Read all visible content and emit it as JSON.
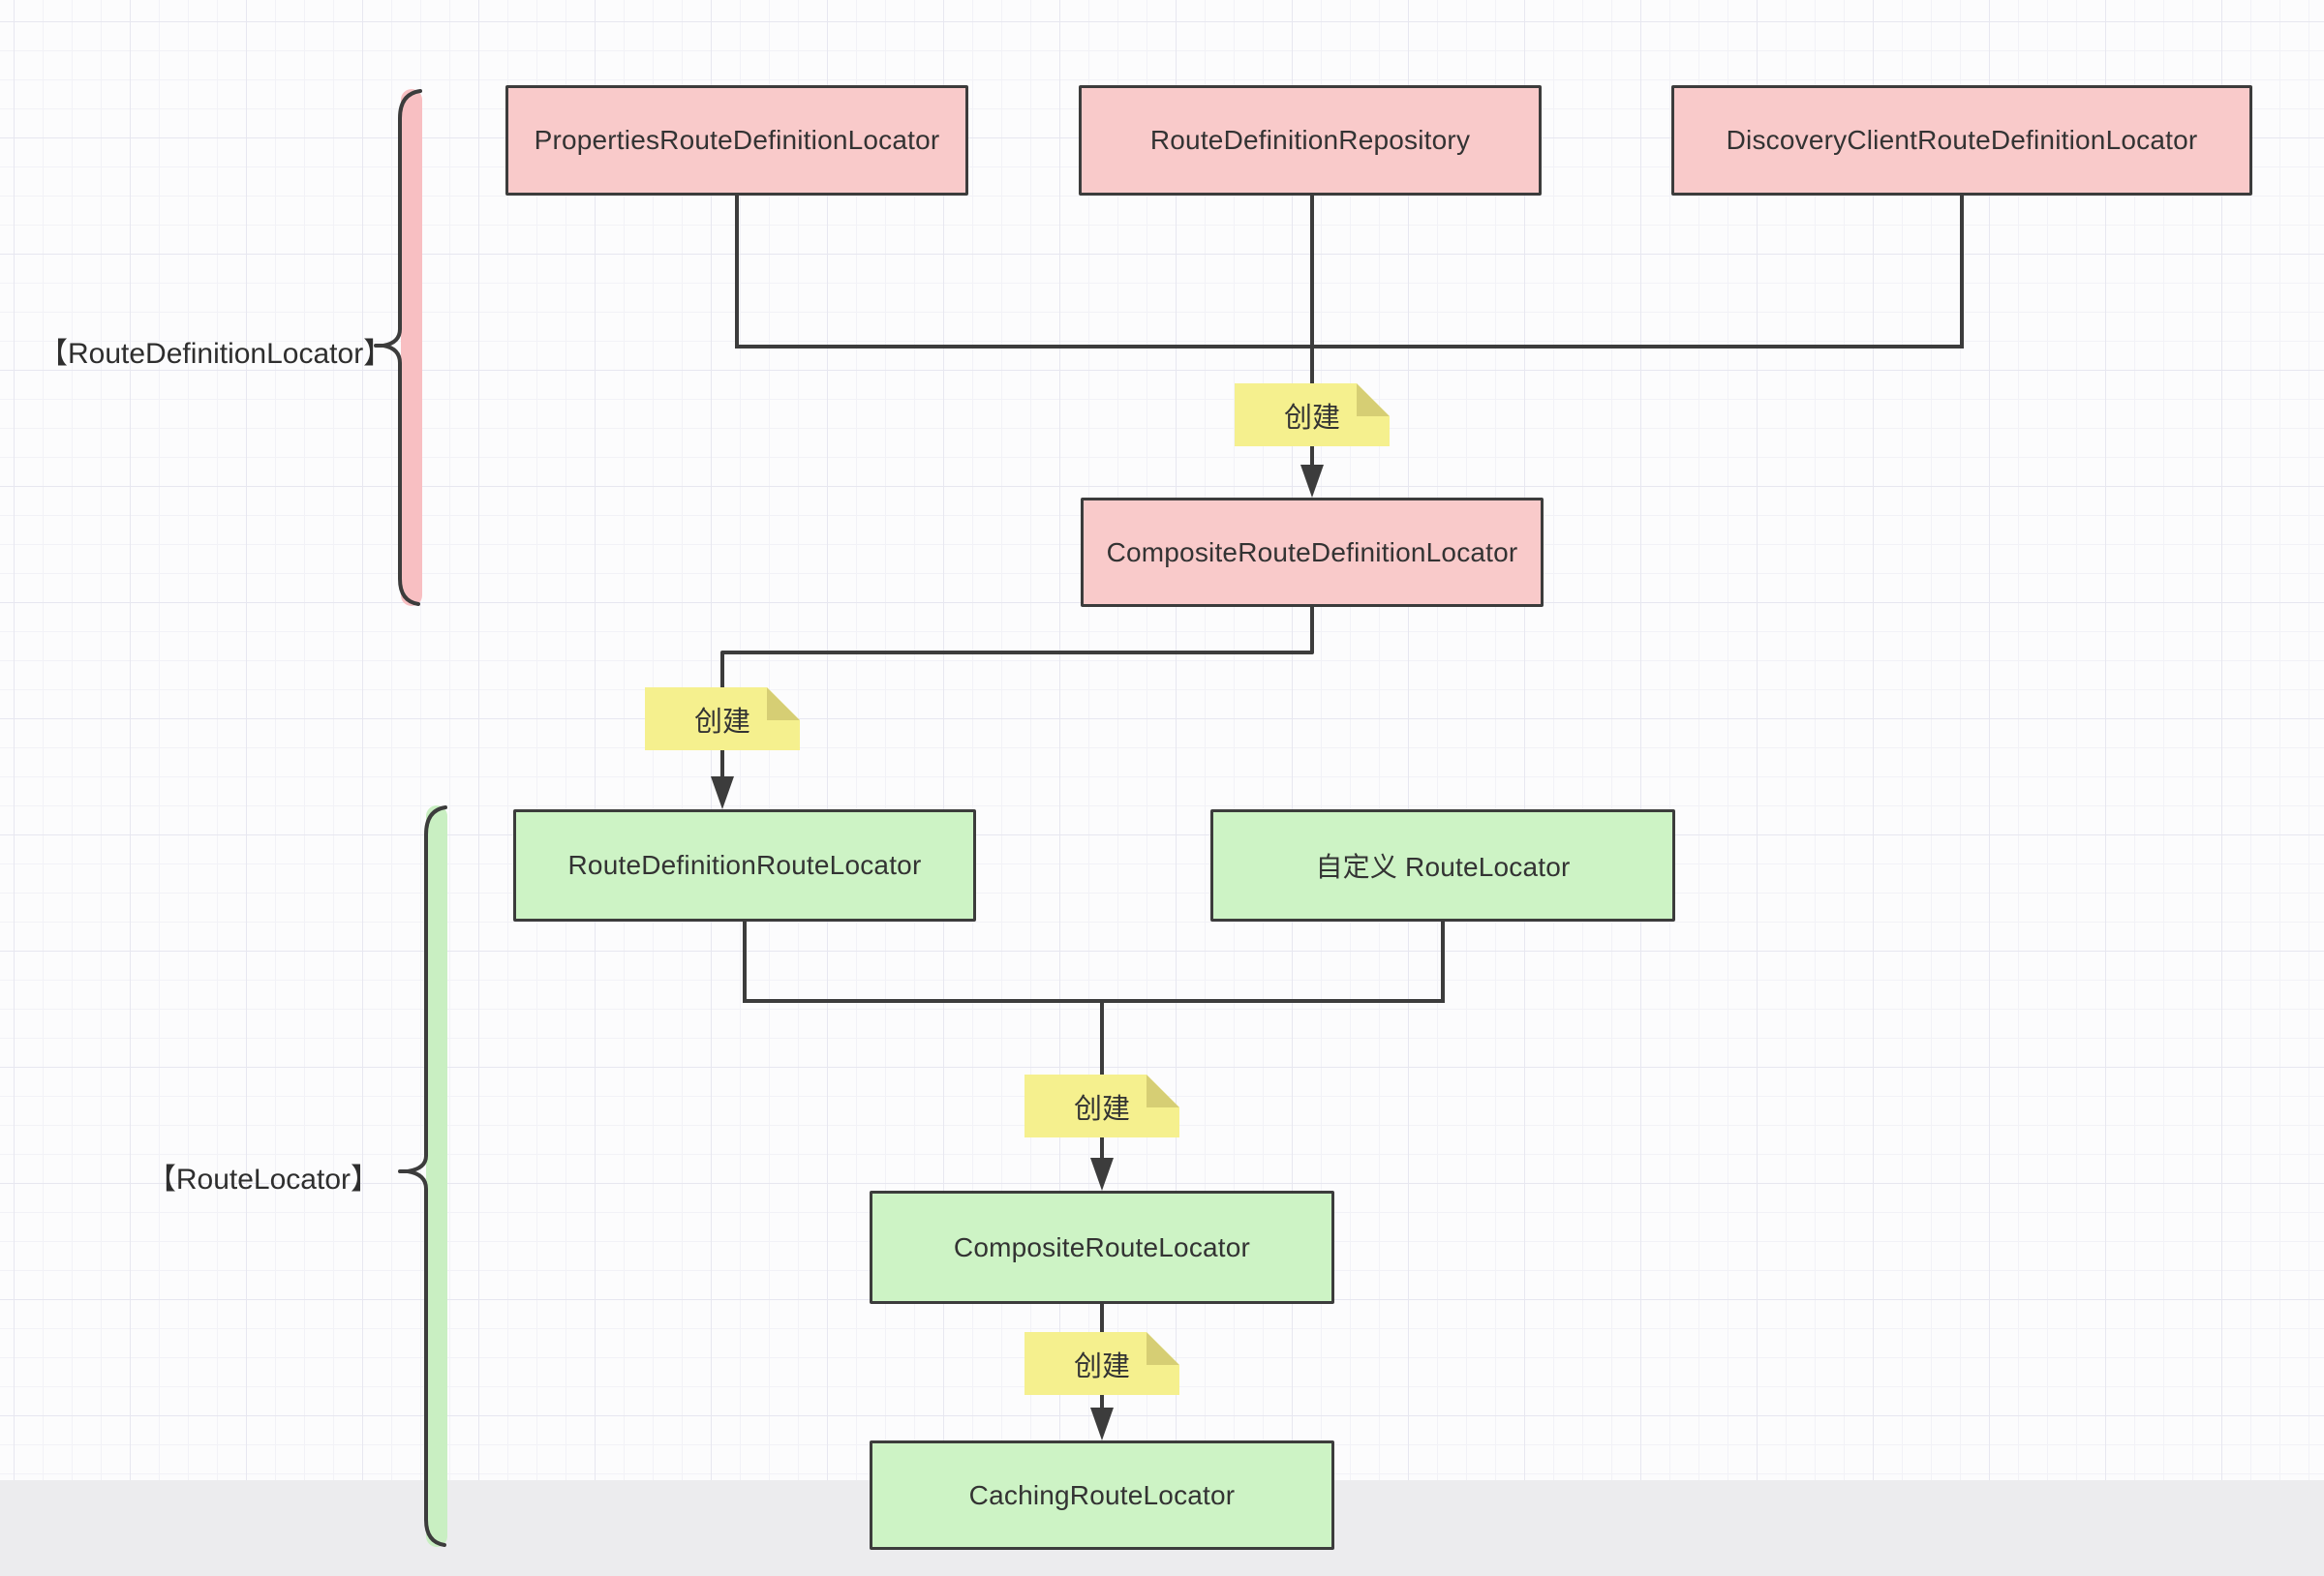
{
  "diagram": {
    "groups": {
      "route_definition_locator": {
        "label": "【RouteDefinitionLocator】"
      },
      "route_locator": {
        "label": "【RouteLocator】"
      }
    },
    "nodes": {
      "properties_rdl": {
        "label": "PropertiesRouteDefinitionLocator"
      },
      "rd_repository": {
        "label": "RouteDefinitionRepository"
      },
      "discovery_rdl": {
        "label": "DiscoveryClientRouteDefinitionLocator"
      },
      "composite_rdl": {
        "label": "CompositeRouteDefinitionLocator"
      },
      "rd_route_locator": {
        "label": "RouteDefinitionRouteLocator"
      },
      "custom_route_locator": {
        "label": "自定义 RouteLocator"
      },
      "composite_route_locator": {
        "label": "CompositeRouteLocator"
      },
      "caching_route_locator": {
        "label": "CachingRouteLocator"
      }
    },
    "notes": {
      "create_1": "创建",
      "create_2": "创建",
      "create_3": "创建",
      "create_4": "创建"
    },
    "colors": {
      "pink_fill": "#f9caca",
      "green_fill": "#cdf3c5",
      "yellow_fill": "#f5f08e",
      "yellow_fold": "#d6ce74",
      "pink_brace": "#f8bfc2",
      "green_brace": "#c9efc2",
      "stroke": "#3c3c3c",
      "canvas_bg": "#fcfcfd",
      "page_edge": "#ececee"
    }
  }
}
